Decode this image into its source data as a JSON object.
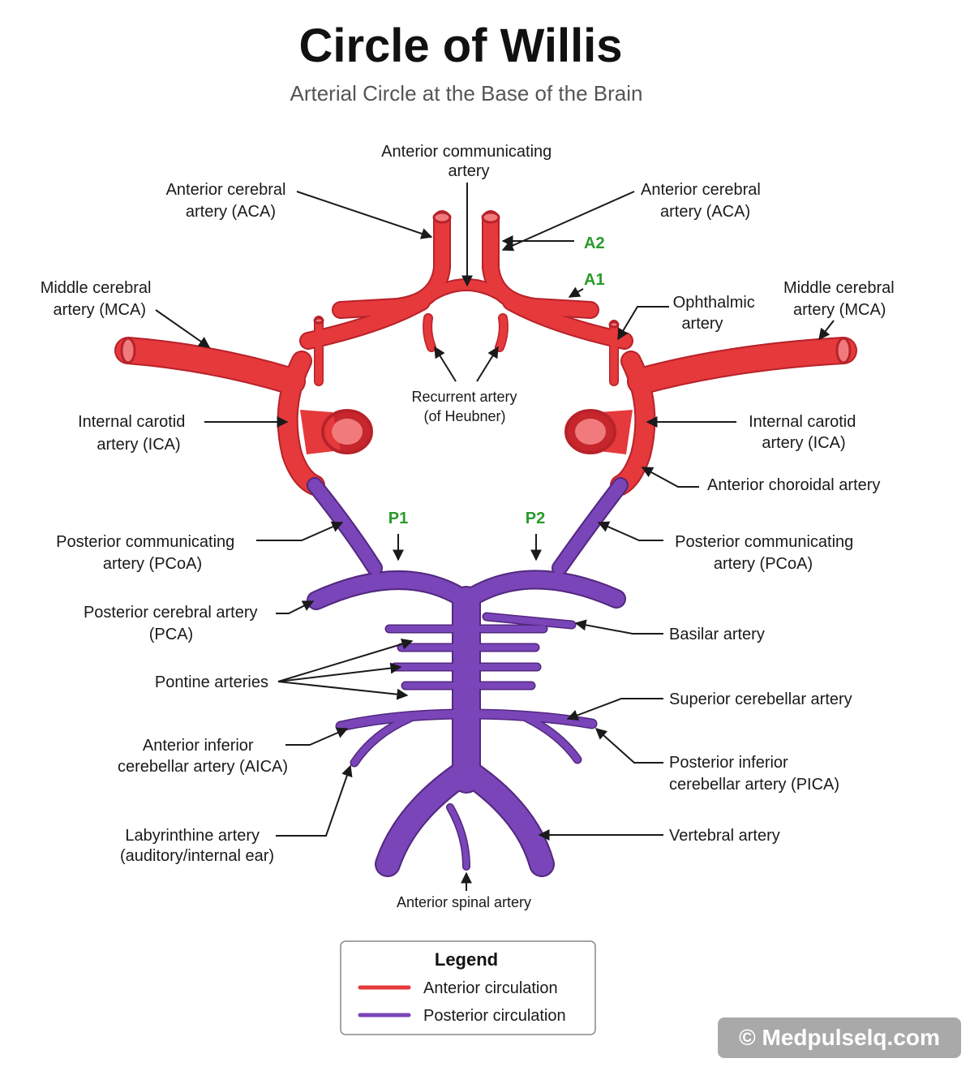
{
  "title": "Circle of Willis",
  "subtitle": "Arterial Circle at the Base of the Brain",
  "colors": {
    "anterior": "#e5393b",
    "anterior_dark": "#b8222a",
    "posterior": "#7a45b8",
    "posterior_dark": "#52287f",
    "segment_label": "#2a9a2a"
  },
  "labels": {
    "acom": [
      "Anterior communicating",
      "artery"
    ],
    "aca_left": [
      "Anterior cerebral",
      "artery (ACA)"
    ],
    "aca_right": [
      "Anterior cerebral",
      "artery (ACA)"
    ],
    "mca_left": [
      "Middle cerebral",
      "artery (MCA)"
    ],
    "mca_right": [
      "Middle cerebral",
      "artery (MCA)"
    ],
    "ophthalmic": [
      "Ophthalmic",
      "artery"
    ],
    "recurrent": [
      "Recurrent artery",
      "(of Heubner)"
    ],
    "ica_left": [
      "Internal carotid",
      "artery (ICA)"
    ],
    "ica_right": [
      "Internal carotid",
      "artery (ICA)"
    ],
    "anterior_choroidal": "Anterior choroidal artery",
    "pcoa_left": [
      "Posterior communicating",
      "artery (PCoA)"
    ],
    "pcoa_right": [
      "Posterior communicating",
      "artery (PCoA)"
    ],
    "pca": [
      "Posterior cerebral artery",
      "(PCA)"
    ],
    "basilar": "Basilar artery",
    "pontine": "Pontine arteries",
    "sca": "Superior cerebellar artery",
    "aica": [
      "Anterior inferior",
      "cerebellar artery (AICA)"
    ],
    "pica": [
      "Posterior inferior",
      "cerebellar artery (PICA)"
    ],
    "labyrinthine": [
      "Labyrinthine artery",
      "(auditory/internal ear)"
    ],
    "vertebral": "Vertebral artery",
    "anterior_spinal": "Anterior spinal artery"
  },
  "segments": {
    "a2": "A2",
    "a1": "A1",
    "p1": "P1",
    "p2": "P2"
  },
  "legend": {
    "title": "Legend",
    "items": [
      {
        "label": "Anterior circulation",
        "color": "#e5393b"
      },
      {
        "label": "Posterior circulation",
        "color": "#7a45b8"
      }
    ]
  },
  "watermark": "© Medpulselq.com"
}
